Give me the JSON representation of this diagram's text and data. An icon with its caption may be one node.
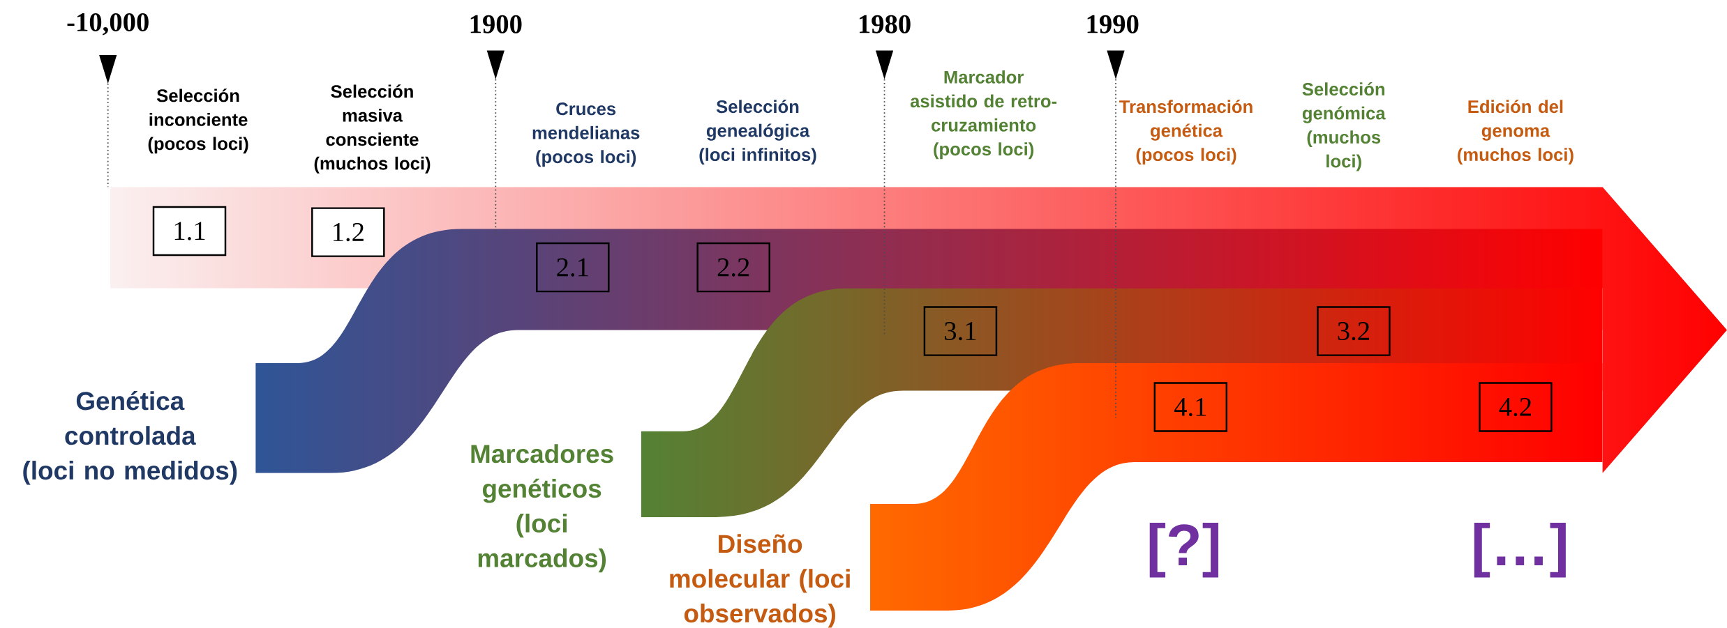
{
  "diagram": {
    "nodes": [
      {
        "text": [
          "1.1"
        ]
      },
      {
        "text": [
          "1.2"
        ]
      },
      {
        "text": [
          "2.1"
        ]
      },
      {
        "text": [
          "2.2"
        ]
      },
      {
        "text": [
          "3.1"
        ]
      },
      {
        "text": [
          "3.2"
        ]
      },
      {
        "text": [
          "4.1"
        ]
      },
      {
        "text": [
          "4.2"
        ]
      }
    ],
    "labels": [
      "-10,000",
      "1900",
      "1980",
      "1990",
      "Selección inconciente (pocos loci)",
      "Selección masiva consciente (muchos loci)",
      "Cruces mendelianas (pocos loci)",
      "Selección genealógica (loci infinitos)",
      "Marcador asistido de retro-cruzamiento (pocos loci)",
      "Transformación genética (pocos loci)",
      "Selección genómica (muchos loci)",
      "Edición del genoma (muchos loci)",
      "Genética controlada (loci no medidos)",
      "Marcadores genéticos (loci marcados)",
      "Diseño molecular (loci observados)",
      "[?]",
      "[…]"
    ]
  }
}
